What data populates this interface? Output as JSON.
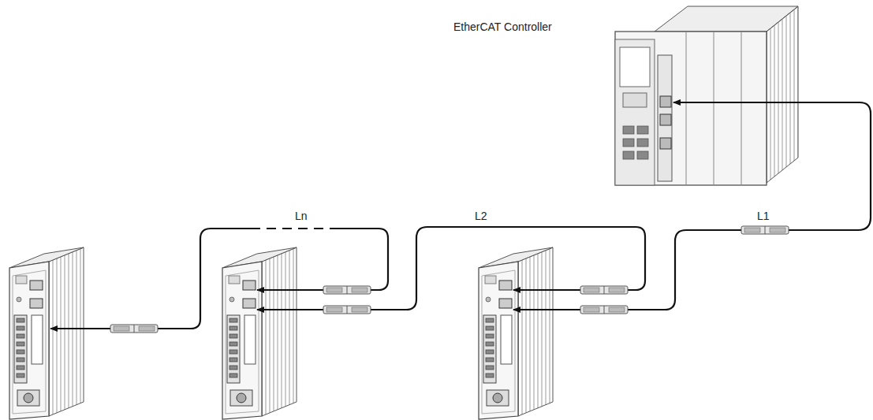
{
  "diagram": {
    "labels": [
      "EtherCAT Controller",
      "L1",
      "L2",
      "Ln"
    ]
  }
}
